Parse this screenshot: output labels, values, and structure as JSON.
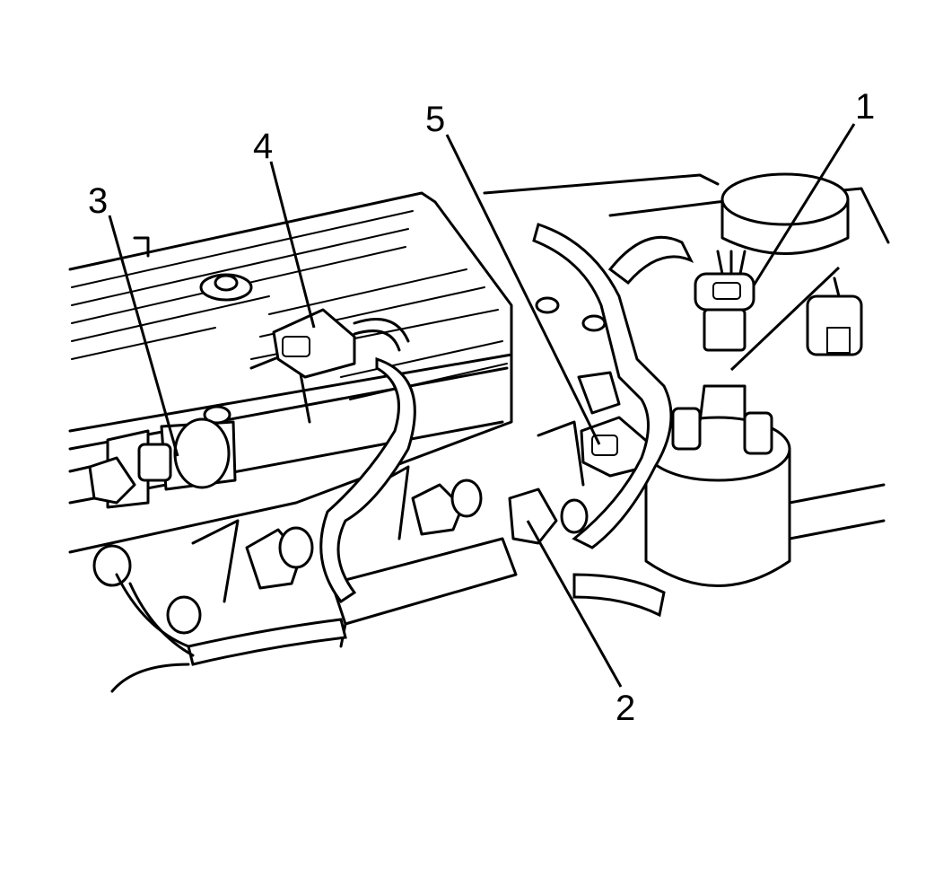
{
  "diagram": {
    "callouts": [
      {
        "id": "1",
        "label": "1"
      },
      {
        "id": "2",
        "label": "2"
      },
      {
        "id": "3",
        "label": "3"
      },
      {
        "id": "4",
        "label": "4"
      },
      {
        "id": "5",
        "label": "5"
      }
    ],
    "colors": {
      "line": "#000000",
      "background": "#ffffff"
    }
  }
}
